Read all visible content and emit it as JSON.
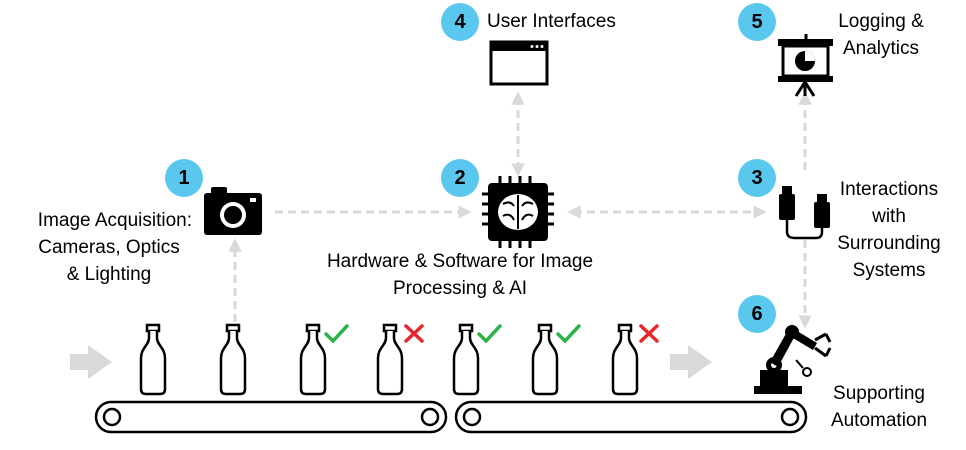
{
  "diagram": {
    "steps": [
      {
        "number": "1",
        "lines": [
          "Image Acquisition:",
          "Cameras, Optics",
          "& Lighting"
        ],
        "icon": "camera-icon"
      },
      {
        "number": "2",
        "lines": [
          "Hardware & Software for Image",
          "Processing & AI"
        ],
        "icon": "ai-chip-icon"
      },
      {
        "number": "3",
        "lines": [
          "Interactions",
          "with",
          "Surrounding",
          "Systems"
        ],
        "icon": "cable-connector-icon"
      },
      {
        "number": "4",
        "lines": [
          "User Interfaces"
        ],
        "icon": "browser-window-icon"
      },
      {
        "number": "5",
        "lines": [
          "Logging &",
          "Analytics"
        ],
        "icon": "presentation-chart-icon"
      },
      {
        "number": "6",
        "lines": [
          "Supporting",
          "Automation"
        ],
        "icon": "robot-arm-icon"
      }
    ],
    "colors": {
      "badge": "#5ac8ee",
      "arrow": "#d9d9d9",
      "pass": "#2db34a",
      "fail": "#e8262c",
      "ink": "#000000"
    },
    "bottles": [
      {
        "status": "none"
      },
      {
        "status": "none"
      },
      {
        "status": "pass"
      },
      {
        "status": "fail"
      },
      {
        "status": "pass"
      },
      {
        "status": "pass"
      },
      {
        "status": "fail"
      }
    ]
  }
}
